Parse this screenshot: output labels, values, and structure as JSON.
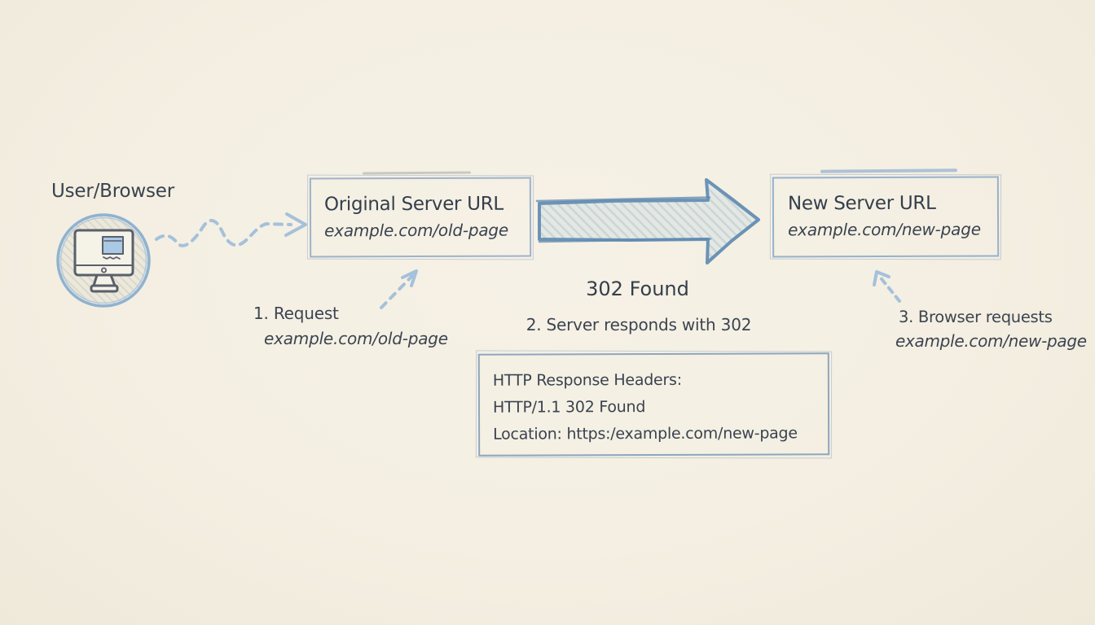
{
  "palette": {
    "background": "#f3eee1",
    "ink": "#3b4551",
    "box_border_blue": "#9db3c9",
    "big_arrow_blue": "#6b93b6",
    "dashed_arrow_blue": "#a5c1da"
  },
  "icons": {
    "user": "monitor-icon",
    "flow": "redirect-block-arrow-icon",
    "request_wave": "wavy-dashed-arrow-icon",
    "step1": "dashed-up-right-arrow-icon",
    "step3": "dashed-up-left-arrow-icon"
  },
  "user": {
    "label": "User/Browser"
  },
  "boxes": {
    "original": {
      "title": "Original Server URL",
      "url": "example.com/old-page"
    },
    "new": {
      "title": "New Server URL",
      "url": "example.com/new-page"
    }
  },
  "redirect": {
    "status_label": "302 Found"
  },
  "steps": {
    "step1": {
      "label": "1. Request",
      "url": "example.com/old-page"
    },
    "step2": {
      "label": "2. Server responds with 302"
    },
    "step3": {
      "label": "3. Browser requests",
      "url": "example.com/new-page"
    }
  },
  "headers_box": {
    "line1": "HTTP Response Headers:",
    "line2": "HTTP/1.1 302 Found",
    "line3": "Location: https:/example.com/new-page"
  }
}
